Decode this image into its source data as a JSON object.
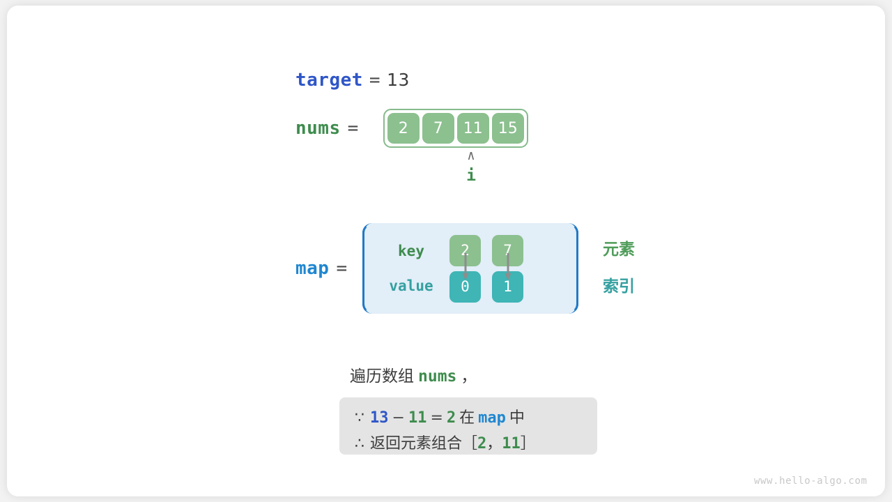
{
  "diagram": {
    "title_vars": {
      "target": {
        "name": "target",
        "equals": "=",
        "value": "13"
      },
      "nums": {
        "name": "nums",
        "equals": "=",
        "cells": [
          "2",
          "7",
          "11",
          "15"
        ]
      },
      "map": {
        "name": "map",
        "equals": "="
      }
    },
    "pointer": {
      "caret": "∧",
      "label": "i",
      "points_to_index": 2
    },
    "map_table": {
      "row_labels": {
        "key": "key",
        "value": "value"
      },
      "entries": [
        {
          "key": "2",
          "value": "0"
        },
        {
          "key": "7",
          "value": "1"
        }
      ],
      "arrow_icon": "down-arrow-icon"
    },
    "legend": {
      "element_label": "元素",
      "index_label": "索引"
    },
    "caption": {
      "prefix": "遍历数组",
      "code": "nums",
      "suffix": "，"
    },
    "note": {
      "line1": {
        "symbol": "∵",
        "a": "13",
        "minus": "−",
        "b": "11",
        "equals": "=",
        "c": "2",
        "middle": "在",
        "map": "map",
        "tail": "中"
      },
      "line2": {
        "symbol": "∴",
        "text": "返回元素组合",
        "bracket_open": "［",
        "v1": "2",
        "comma": "，",
        "v2": "11",
        "bracket_close": "］"
      }
    },
    "watermark": "www.hello-algo.com",
    "colors": {
      "var_blue": "#2f56c8",
      "var_light_blue": "#2087d0",
      "var_green": "#3e8c4e",
      "var_teal": "#34a0a0",
      "cell_green": "#8cc08f",
      "cell_teal": "#3fb5b5",
      "map_bg": "#e2eef8",
      "map_border": "#2079c7",
      "note_bg": "#e4e4e4",
      "text": "#3c3c3c"
    }
  }
}
